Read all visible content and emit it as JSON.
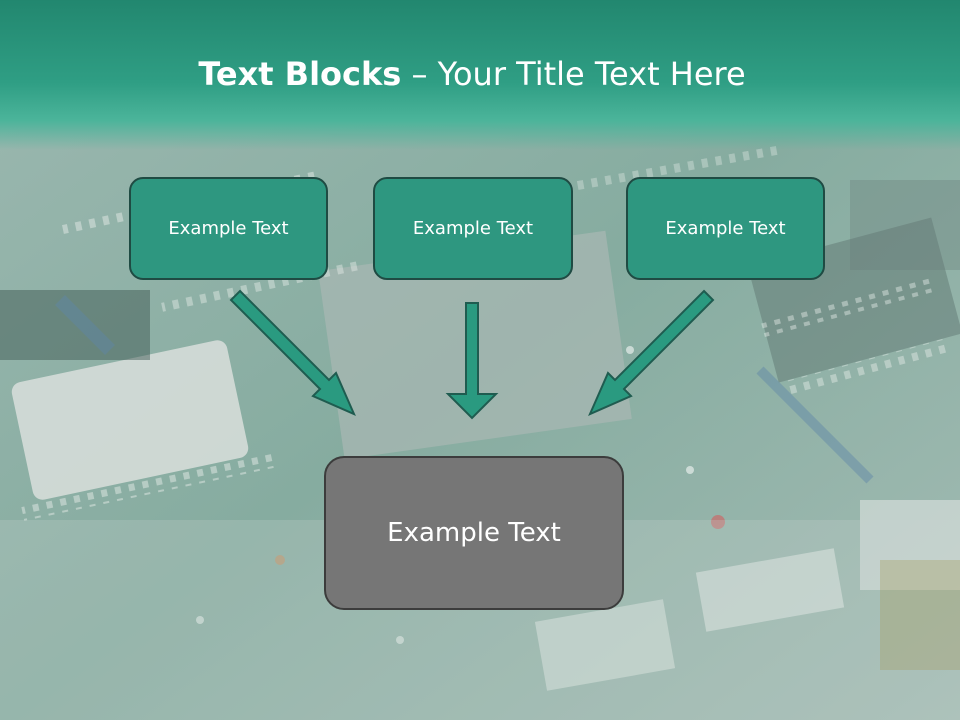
{
  "slide": {
    "title_bold": "Text Blocks",
    "title_rest": " – Your Title Text Here",
    "boxes": [
      "Example Text",
      "Example Text",
      "Example Text"
    ],
    "main_box": "Example Text"
  },
  "colors": {
    "accent": "#2e9780",
    "box_border": "#1f4b43",
    "main_box": "#767676",
    "arrow": "#2a9a80"
  }
}
